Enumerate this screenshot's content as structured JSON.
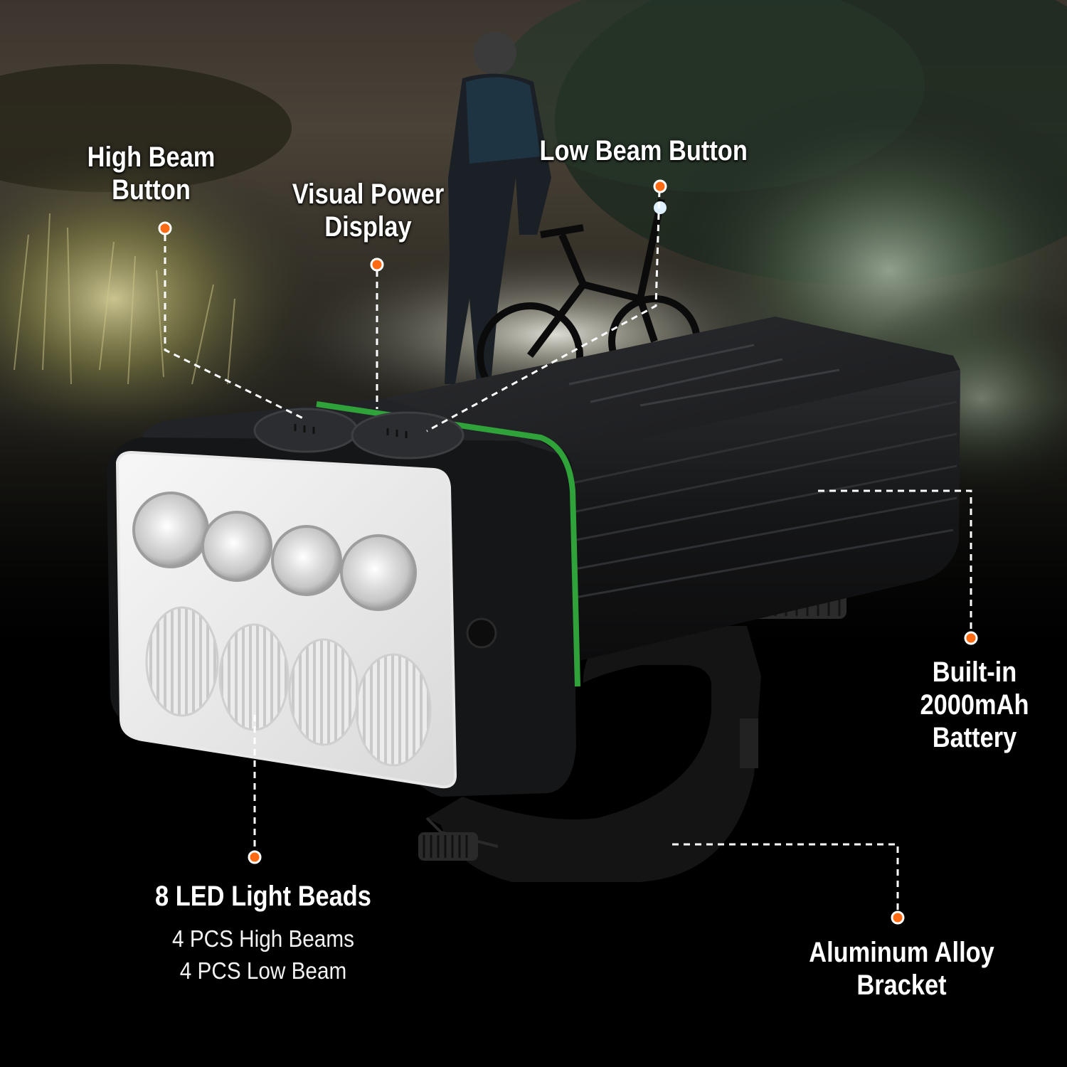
{
  "callouts": {
    "high_beam": [
      "High Beam",
      "Button"
    ],
    "visual_power": [
      "Visual Power",
      "Display"
    ],
    "low_beam": [
      "Low Beam Button"
    ],
    "battery": [
      "Built-in",
      "2000mAh",
      "Battery"
    ],
    "led_beads": {
      "title": "8 LED Light Beads",
      "lines": [
        "4 PCS High Beams",
        "4 PCS Low Beam"
      ]
    },
    "bracket": [
      "Aluminum Alloy",
      "Bracket"
    ]
  },
  "colors": {
    "accent_dot": "#ff6a13",
    "green_ring": "#2fa23a",
    "body_black": "#1b1c1e"
  }
}
